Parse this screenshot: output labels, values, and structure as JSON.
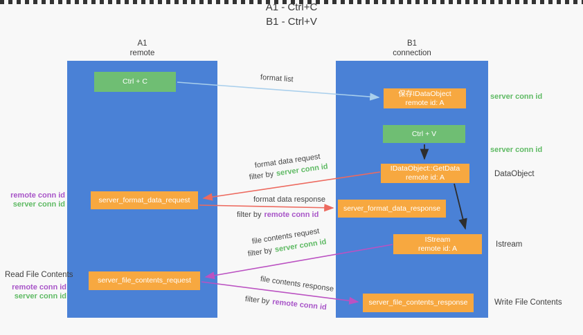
{
  "title": {
    "line1": "A1 - Ctrl+C",
    "line2": "B1 - Ctrl+V"
  },
  "columns": {
    "left": {
      "header_line1": "A1",
      "header_line2": "remote"
    },
    "right": {
      "header_line1": "B1",
      "header_line2": "connection"
    }
  },
  "nodes": {
    "ctrl_c": "Ctrl + C",
    "ctrl_v": "Ctrl + V",
    "save_idataobject": {
      "line1": "保存IDataObject",
      "line2": "remote id: A"
    },
    "getdata": {
      "line1": "IDataObject::GetData",
      "line2": "remote id: A"
    },
    "istream": {
      "line1": "IStream",
      "line2": "remote id: A"
    },
    "format_request": "server_format_data_request",
    "format_response": "server_format_data_response",
    "file_request": "server_file_contents_request",
    "file_response": "server_file_contents_response"
  },
  "side_labels": {
    "server_conn_id_top": "server conn id",
    "server_conn_id_mid": "server conn id",
    "dataobject": "DataObject",
    "istream": "Istream",
    "write_file_contents": "Write File Contents",
    "read_file_contents": "Read File Contents",
    "remote_conn_id_upper": "remote conn id",
    "server_conn_id_upper": "server conn id",
    "remote_conn_id_lower": "remote conn id",
    "server_conn_id_lower": "server conn id"
  },
  "arrow_labels": {
    "format_list": "format list",
    "format_data_request": "format data request",
    "format_data_response": "format data response",
    "file_contents_request": "file contents request",
    "file_contents_response": "file contents response",
    "filter_by": "filter by",
    "server_conn_id": "server conn id",
    "remote_conn_id": "remote conn id"
  },
  "colors": {
    "background": "#f8f8f8",
    "column_blue": "#4a81d6",
    "node_green": "#6fbe73",
    "node_orange": "#f7a840",
    "arrow_lightblue": "#a9cfec",
    "arrow_red": "#ed6a5f",
    "arrow_magenta": "#bb52c2",
    "arrow_black": "#2d2d2d",
    "text_green": "#5fba64",
    "text_purple": "#a855c8",
    "text_dark": "#3d3d3d"
  }
}
